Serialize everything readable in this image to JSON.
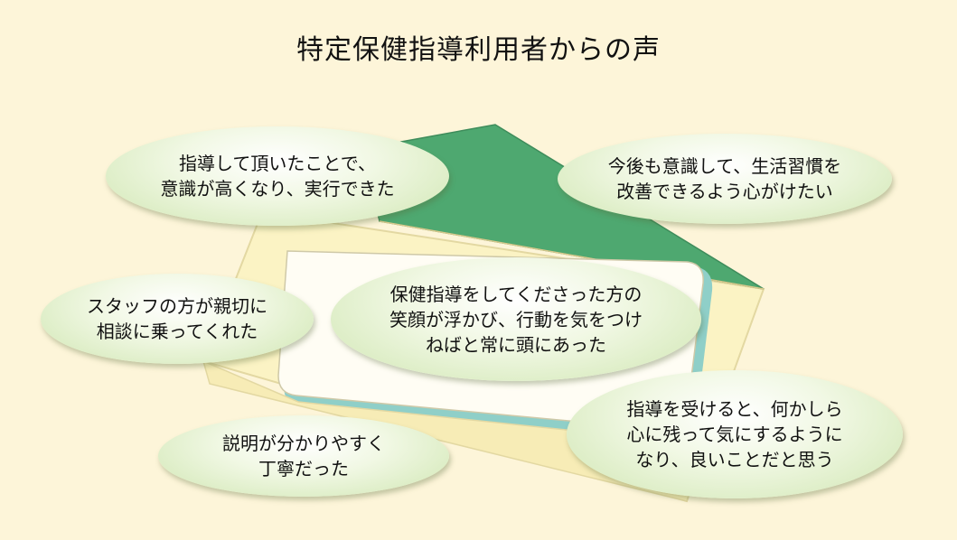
{
  "title": "特定保健指導利用者からの声",
  "bubbles": {
    "b1": [
      "指導して頂いたことで、",
      "意識が高くなり、実行できた"
    ],
    "b2": [
      "今後も意識して、生活習慣を",
      "改善できるよう心がけたい"
    ],
    "b3": [
      "スタッフの方が親切に",
      "相談に乗ってくれた"
    ],
    "b4": [
      "保健指導をしてくださった方の",
      "笑顔が浮かび、行動を気をつけ",
      "ねばと常に頭にあった"
    ],
    "b5": [
      "説明が分かりやすく",
      "丁寧だった"
    ],
    "b6": [
      "指導を受けると、何かしら",
      "心に残って気にするように",
      "なり、良いことだと思う"
    ]
  },
  "colors": {
    "background": "#fdf5d9",
    "envelope_flap": "#4ea870",
    "envelope_body": "#fbf3c4",
    "card": "#fffdf4",
    "card_edge": "#8fcfc8",
    "bubble_edge": "#cfe6b1"
  }
}
